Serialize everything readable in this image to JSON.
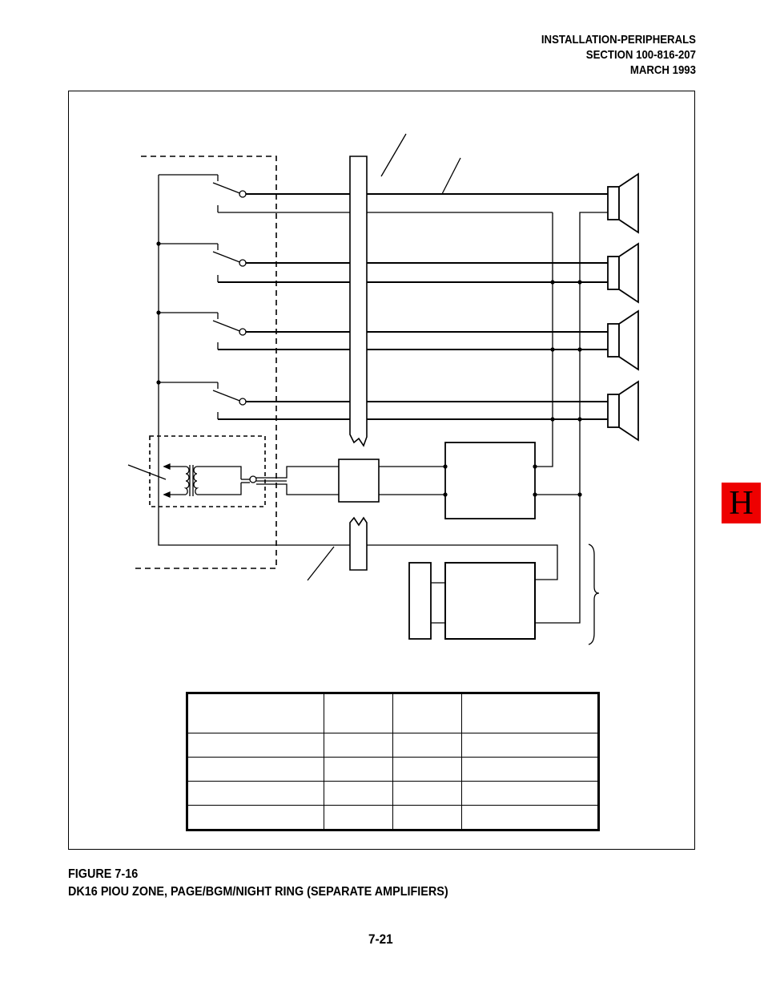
{
  "header": {
    "line1": "INSTALLATION-PERIPHERALS",
    "line2": "SECTION 100-816-207",
    "line3": "MARCH 1993"
  },
  "caption": {
    "figure_number": "FIGURE 7-16",
    "title": "DK16 PIOU ZONE, PAGE/BGM/NIGHT RING (SEPARATE AMPLIFIERS)"
  },
  "page_number": "7-21",
  "section_tab": {
    "label": "H",
    "color": "#ee0000"
  },
  "table": {
    "columns": 4,
    "body_rows": 4
  }
}
